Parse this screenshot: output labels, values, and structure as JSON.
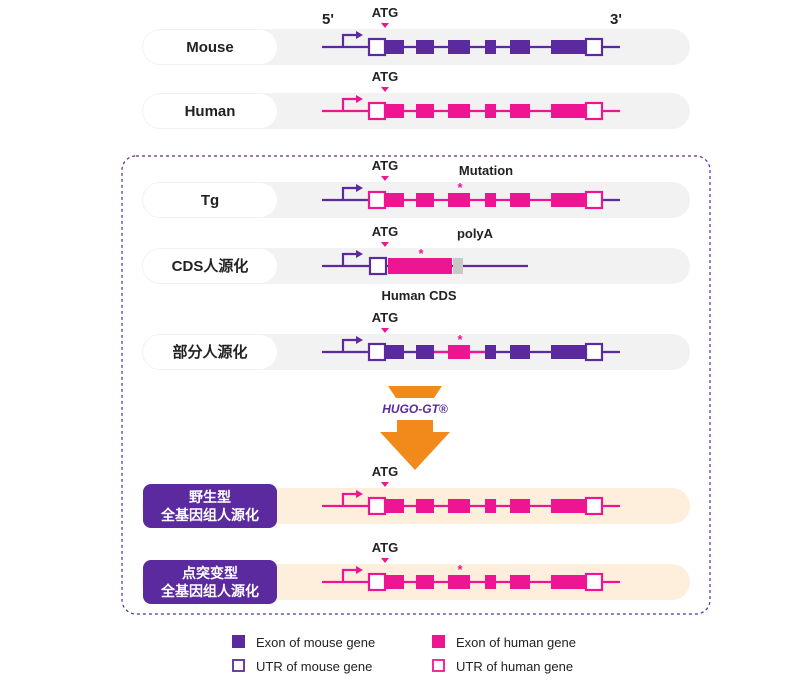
{
  "colors": {
    "mouse": "#5b2a9e",
    "human": "#ee1593",
    "polyA": "#c8c8c8",
    "arrow": "#f28a1b",
    "row_bg": "#f2f2f2",
    "row_bg_highlight": "#fdefdc",
    "label_bg": "#ffffff",
    "label_bg_highlight": "#5b2a9e",
    "frame": "#5b2a9e"
  },
  "ends": {
    "five_prime": "5'",
    "three_prime": "3'"
  },
  "atg_label": "ATG",
  "mutation_label": "Mutation",
  "polya_label": "polyA",
  "human_cds_label": "Human CDS",
  "hugo_label": "HUGO-GT®",
  "rows": [
    {
      "id": "mouse",
      "label": "Mouse",
      "structure": "mouse",
      "mutation": false,
      "highlight": false
    },
    {
      "id": "human",
      "label": "Human",
      "structure": "human",
      "mutation": false,
      "highlight": false
    },
    {
      "id": "tg",
      "label": "Tg",
      "structure": "tg",
      "mutation": true,
      "highlight": false
    },
    {
      "id": "cds",
      "label": "CDS人源化",
      "structure": "cds",
      "mutation": true,
      "highlight": false
    },
    {
      "id": "partial",
      "label": "部分人源化",
      "structure": "partial",
      "mutation": true,
      "highlight": false
    },
    {
      "id": "wildtype",
      "label_lines": [
        "野生型",
        "全基因组人源化"
      ],
      "structure": "human",
      "mutation": false,
      "highlight": true
    },
    {
      "id": "pointmut",
      "label_lines": [
        "点突变型",
        "全基因组人源化"
      ],
      "structure": "human",
      "mutation": true,
      "highlight": true
    }
  ],
  "legend": [
    {
      "label": "Exon of mouse gene",
      "kind": "exon",
      "species": "mouse"
    },
    {
      "label": "Exon of human gene",
      "kind": "exon",
      "species": "human"
    },
    {
      "label": "UTR of mouse gene",
      "kind": "utr",
      "species": "mouse"
    },
    {
      "label": "UTR of human gene",
      "kind": "utr",
      "species": "human"
    }
  ]
}
